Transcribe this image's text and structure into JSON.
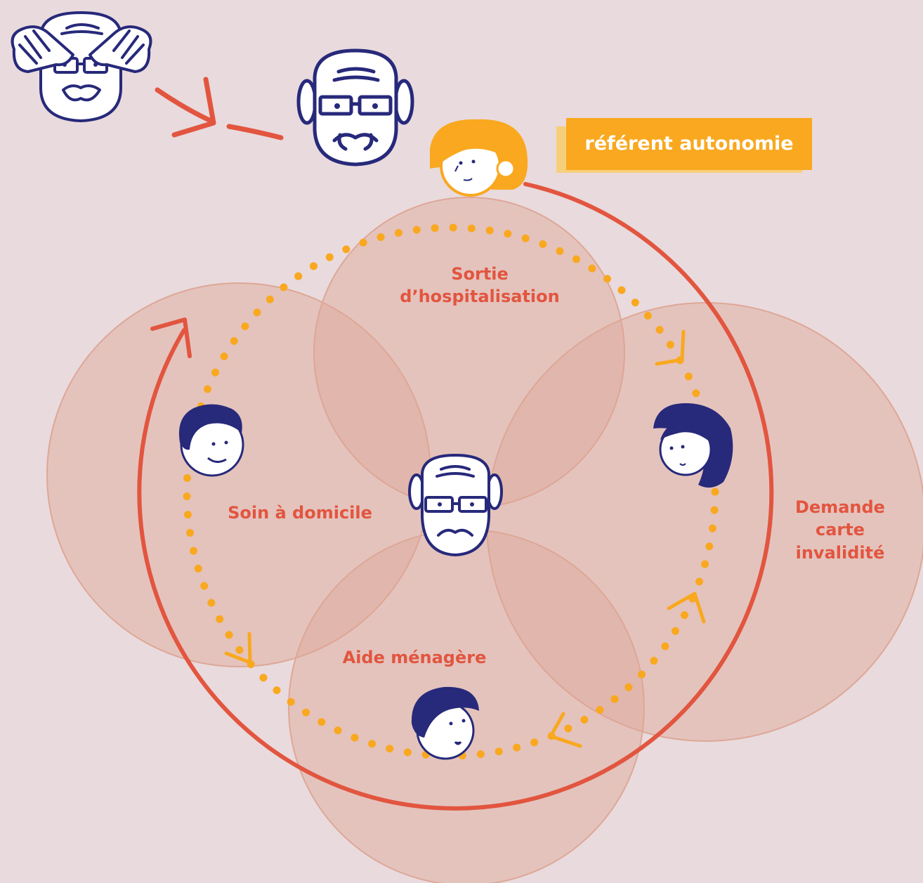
{
  "colors": {
    "background": "#e9dadd",
    "circle_fill": "#dea796",
    "red": "#e2553f",
    "orange": "#f9a81f",
    "navy": "#27297a"
  },
  "referent": {
    "label": "référent autonomie"
  },
  "domains": [
    {
      "id": "sortie",
      "label": "Sortie\nd’hospitalisation"
    },
    {
      "id": "soin",
      "label": "Soin à domicile"
    },
    {
      "id": "demande",
      "label": "Demande\ncarte\ninvalidité"
    },
    {
      "id": "aide",
      "label": "Aide ménagère"
    }
  ],
  "icons": [
    "senior-covering-eyes-icon",
    "senior-face-icon",
    "referent-face-icon",
    "curly-hair-person-icon",
    "woman-curly-hair-icon",
    "dark-hair-person-icon",
    "center-senior-face-icon"
  ]
}
